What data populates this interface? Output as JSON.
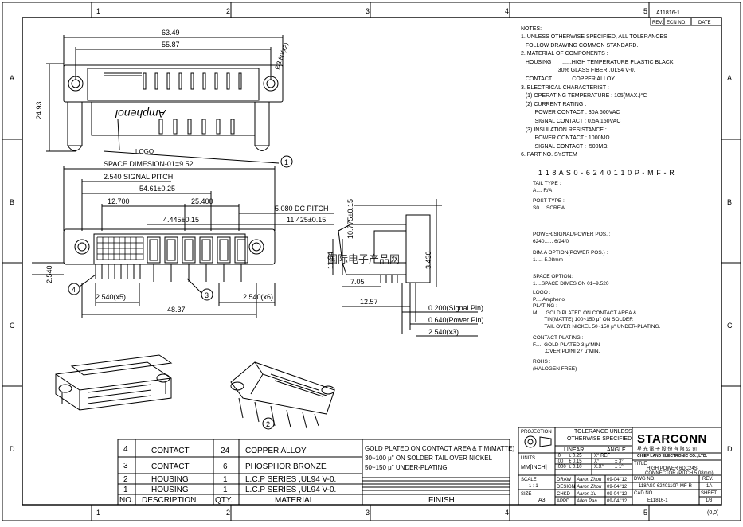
{
  "frame": {
    "cols": [
      "1",
      "2",
      "3",
      "4",
      "5"
    ],
    "rows": [
      "A",
      "B",
      "C",
      "D"
    ],
    "corner_code": "A11816-1"
  },
  "revision": {
    "headers": [
      "REV.",
      "ECN NO.",
      "DATE"
    ]
  },
  "drawing_dims": {
    "overall_width": "63.49",
    "hole_pitch": "55.87",
    "hole_dia": "Ø3.80(x2)",
    "height": "24.93",
    "logo_text": "Amphenol",
    "logo_label": "LOGO",
    "space_dim": "SPACE DIMESION-01=9.52",
    "signal_pitch": "2.540 SIGNAL PITCH",
    "len_54": "54.61±0.25",
    "len_12": "12.700",
    "len_25": "25.400",
    "len_4445": "4.445±0.15",
    "dc_pitch": "5.080 DC PITCH",
    "len_11425": "11.425±0.15",
    "len_10775": "10.775±0.15",
    "side_2540": "2.540",
    "pitch_x5": "2.540(x5)",
    "pitch_x6": "2.540(x6)",
    "len_4837": "48.37",
    "h_1194": "11.94",
    "h_3430": "3.430",
    "w_705": "7.05",
    "w_1257": "12.57",
    "pin_sig": "0.200(Signal Pin)",
    "pin_pow": "0.640(Power Pin)",
    "pin_pitch": "2.540(x3)",
    "callouts": [
      "1",
      "2",
      "3",
      "4"
    ],
    "watermark": "国际电子产品网"
  },
  "notes": {
    "title": "NOTES:",
    "lines": [
      "1. UNLESS OTHERWISE SPECIFIED, ALL TOLERANCES",
      "   FOLLOW DRAWING COMMON STANDARD.",
      "2. MATERIAL OF COMPONENTS :",
      "   HOUSING       ......HIGH TEMPERATURE PLASTIC BLACK",
      "                        30% GLASS FIBER ,UL94 V-0.",
      "   CONTACT       ......COPPER ALLOY",
      "3. ELECTRICAL CHARACTERIST :",
      "   (1) OPERATING TEMPERATURE : 105(MAX.)°C",
      "   (2) CURRENT RATING :",
      "         POWER CONTACT : 30A 600VAC",
      "         SIGNAL CONTACT : 0.5A 150VAC",
      "   (3) INSULATION RESISTANCE :",
      "         POWER CONTACT : 1000MΩ",
      "         SIGNAL CONTACT :  500MΩ",
      "6. PART NO. SYSTEM"
    ],
    "part_no": "1 1 8 A S 0 - 6 2 4 0 1 1 0 P - M F - R",
    "option_blocks": [
      [
        "TAIL TYPE :",
        "A.... R/A"
      ],
      [
        "POST TYPE :",
        "S0.... SCREW"
      ],
      [
        "POWER/SIGNAL/POWER POS. :",
        "6240...... 6/24/0"
      ],
      [
        "DIM.A OPTION(POWER POS.) :",
        "1..... 5.08mm"
      ],
      [
        "SPACE OPTION:",
        "1....SPACE DIMESION 01=9.520"
      ],
      [
        "LOGO :",
        "P.... Amphenol",
        "PLATING :",
        "M..... GOLD PLATED ON CONTACT AREA &",
        "        TIN(MATTE) 100~150 μ\" ON SOLDER",
        "        TAIL OVER NICKEL 50~150 μ\" UNDER-PLATING."
      ],
      [
        "CONTACT PLATING :",
        "F..... GOLD PLATED 3 μ\"MIN",
        "        ,OVER PD/NI 27 μ\"MIN."
      ],
      [
        "ROHS :",
        "(HALOGEN FREE)"
      ]
    ]
  },
  "bom": {
    "rows": [
      {
        "no": "4",
        "desc": "CONTACT",
        "qty": "24",
        "mat": "COPPER ALLOY"
      },
      {
        "no": "3",
        "desc": "CONTACT",
        "qty": "6",
        "mat": "PHOSPHOR BRONZE"
      },
      {
        "no": "2",
        "desc": "HOUSING",
        "qty": "1",
        "mat": "L.C.P SERIES ,UL94 V-0."
      },
      {
        "no": "1",
        "desc": "HOUSING",
        "qty": "1",
        "mat": "L.C.P SERIES ,UL94 V-0."
      }
    ],
    "headers": {
      "no": "NO.",
      "desc": "DESCRIPTION",
      "qty": "QTY.",
      "mat": "MATERIAL",
      "finish": "FINISH"
    },
    "finish_lines": [
      "GOLD PLATED ON CONTACT AREA & TIM(MATTE)",
      "30~100 μ\" ON SOLDER TAIL OVER NICKEL",
      "50~150 μ\" UNDER-PLATING."
    ]
  },
  "title_block": {
    "projection": "PROJECTION",
    "tolerance_head": "TOLERANCE UNLESS\nOTHERWISE SPECIFIED",
    "linear": "LINEAR",
    "angle": "ANGLE",
    "units": "UNITS",
    "units_val": "MM[INCH]",
    "tol_rows": [
      [
        ".0",
        "± 0.25",
        "X° REF",
        ""
      ],
      [
        ".00",
        "± 0.15",
        "X°",
        "± 3°"
      ],
      [
        ".000",
        "± 0.10",
        "X.X°",
        "± 1°"
      ]
    ],
    "scale": "SCALE",
    "scale_val": "1 : 1",
    "size": "SIZE",
    "size_val": "A3",
    "sign_rows": [
      {
        "role": "DRAW",
        "name": "Aaron Zhou",
        "date": "09-04-'12"
      },
      {
        "role": "DESIGN",
        "name": "Aaron Zhou",
        "date": "09-04-'12"
      },
      {
        "role": "CHKD",
        "name": "Aaron Xu",
        "date": "09-04-'12"
      },
      {
        "role": "APPD.",
        "name": "Allen Pan",
        "date": "09-04-'12"
      }
    ],
    "company": "STARCONN",
    "company_cn": "星 光 電 子 股 份 有 限 公 司",
    "company_en": "CHIEF LAND ELECTRONIC CO., LTD.",
    "title_label": "TITLE",
    "title_val": "HIGH POWER 6DC24S\nCONNECTOR (PITCH 5.08mm)",
    "dwg_label": "DWG NO.",
    "dwg_val": "118AS0-6240110P-MF-R",
    "rev_label": "REV.",
    "rev_val": "1A",
    "cad_label": "CAD NO.",
    "cad_val": "E11816-1",
    "sheet_label": "SHEET",
    "sheet_val": "1/3",
    "origin": "(0,0)"
  }
}
